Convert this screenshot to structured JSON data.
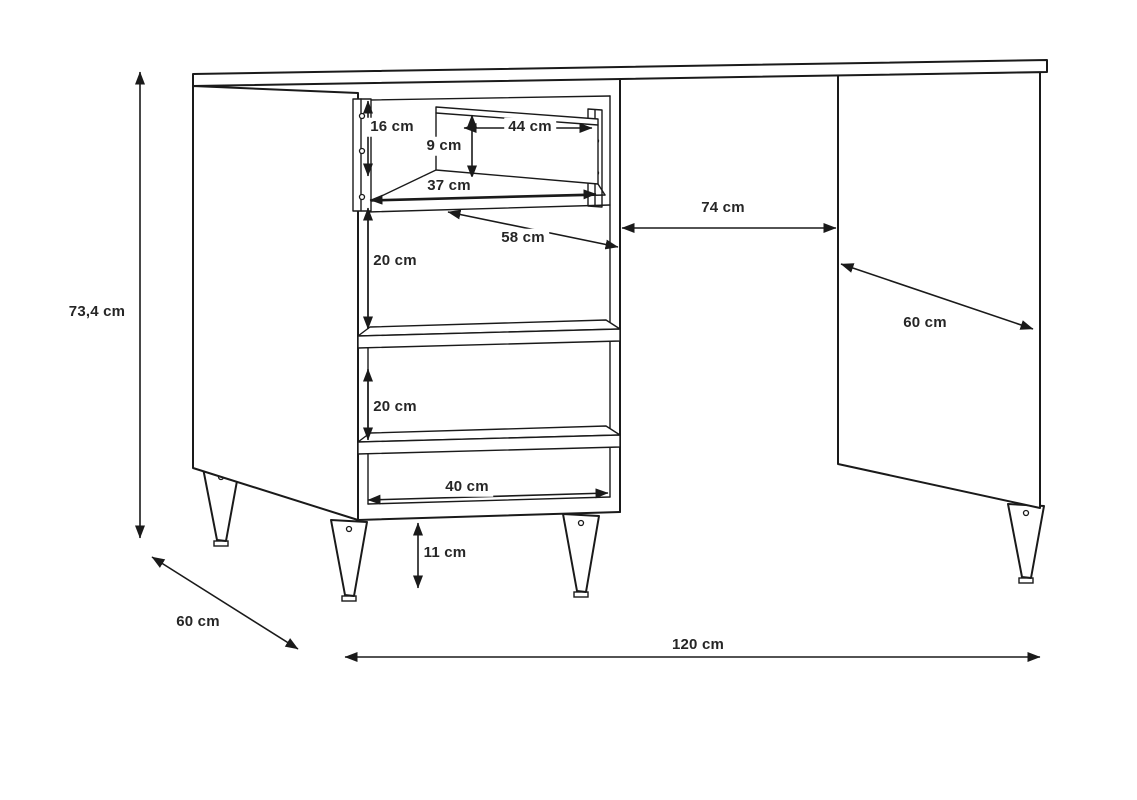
{
  "diagram": {
    "type": "furniture-dimension-drawing",
    "subject": "desk-with-drawer-pedestal",
    "background_color": "#ffffff",
    "line_color": "#1a1a1a",
    "text_color": "#262626",
    "labels": {
      "overall_height": "73,4 cm",
      "overall_depth": "60 cm",
      "overall_width": "120 cm",
      "drawer_opening_height": "16 cm",
      "drawer_inner_height": "9 cm",
      "drawer_inner_width": "44 cm",
      "drawer_depth": "37 cm",
      "shelf_depth": "58 cm",
      "knee_space_width": "74 cm",
      "side_panel_depth": "60 cm",
      "upper_shelf_gap": "20 cm",
      "lower_shelf_gap": "20 cm",
      "bottom_shelf_width": "40 cm",
      "leg_height": "11 cm"
    }
  }
}
